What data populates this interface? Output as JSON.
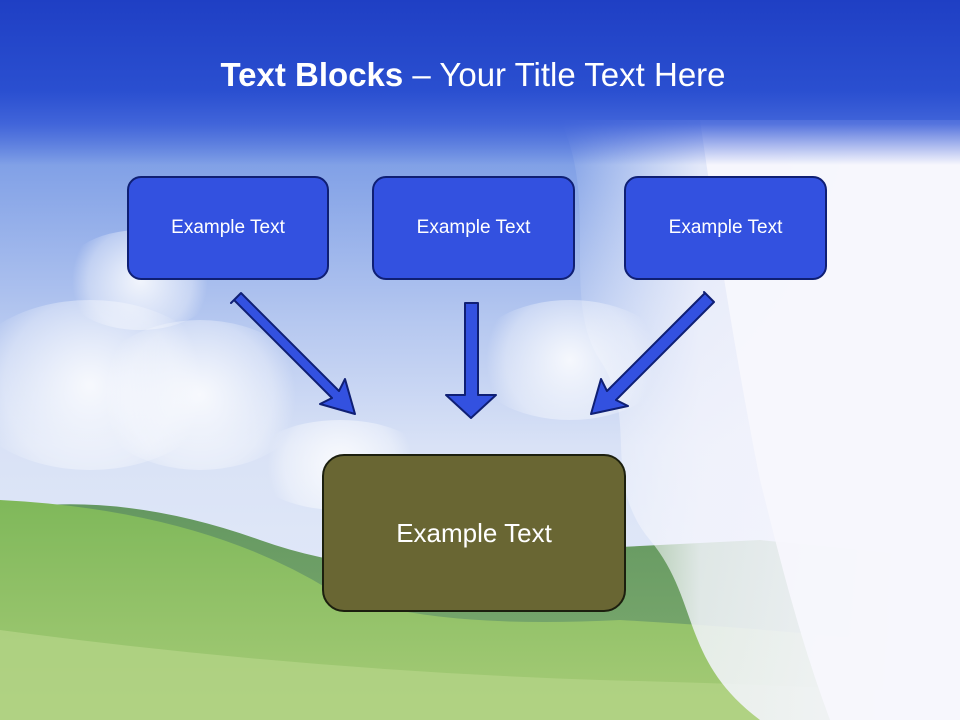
{
  "slide": {
    "title_bold": "Text Blocks",
    "title_rest": " – Your Title Text Here",
    "top_boxes": [
      {
        "label": "Example Text"
      },
      {
        "label": "Example Text"
      },
      {
        "label": "Example Text"
      }
    ],
    "main_box": {
      "label": "Example Text"
    }
  },
  "colors": {
    "title_bar": "#1f3fc4",
    "top_box_fill": "#3351e0",
    "top_box_border": "#0f1f74",
    "main_box_fill": "#696633",
    "arrow_fill": "#3351e0",
    "arrow_stroke": "#0f1f74"
  },
  "icons": [
    "arrow-diagonal-down-right",
    "arrow-down",
    "arrow-diagonal-down-left"
  ]
}
